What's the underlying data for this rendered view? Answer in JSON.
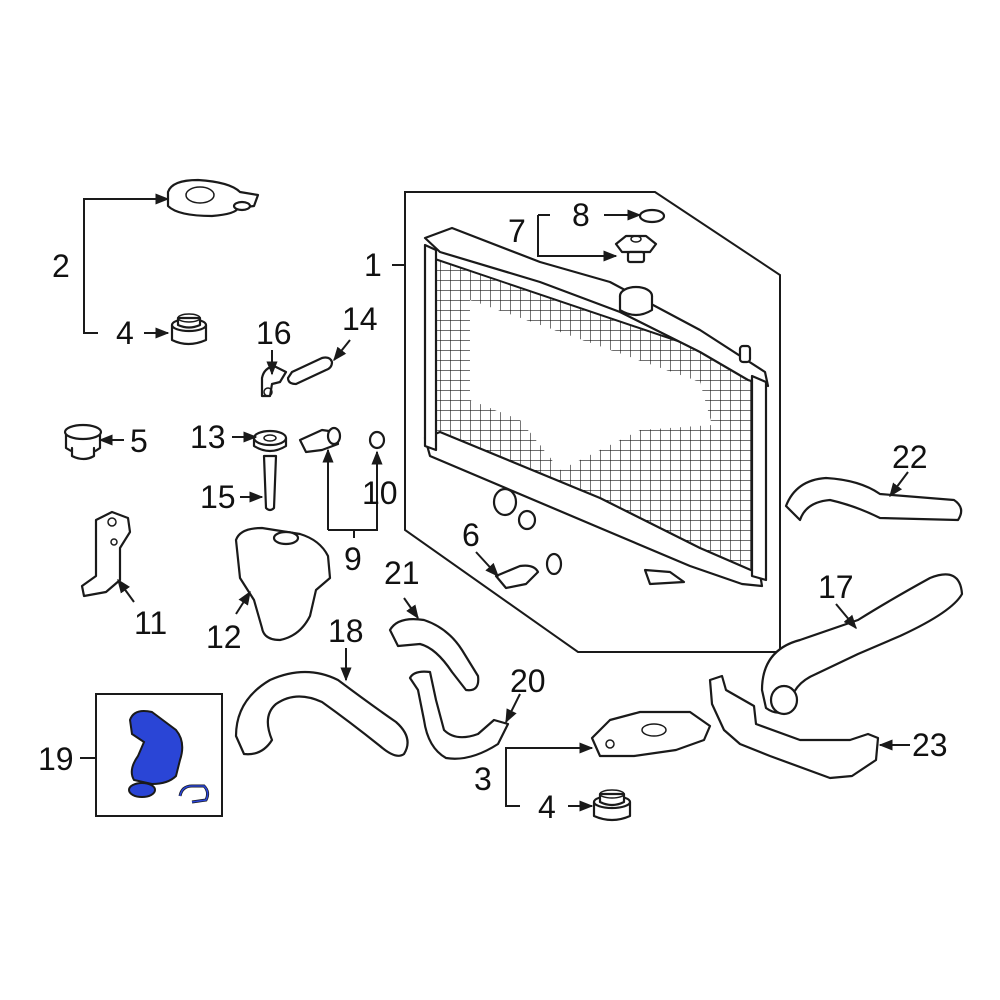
{
  "diagram": {
    "highlight_color": "#2a45d6",
    "callouts": {
      "c1": "1",
      "c2": "2",
      "c3": "3",
      "c4a": "4",
      "c4b": "4",
      "c5": "5",
      "c6": "6",
      "c7": "7",
      "c8": "8",
      "c9": "9",
      "c10": "10",
      "c11": "11",
      "c12": "12",
      "c13": "13",
      "c14": "14",
      "c15": "15",
      "c16": "16",
      "c17": "17",
      "c18": "18",
      "c19": "19",
      "c20": "20",
      "c21": "21",
      "c22": "22",
      "c23": "23"
    }
  }
}
